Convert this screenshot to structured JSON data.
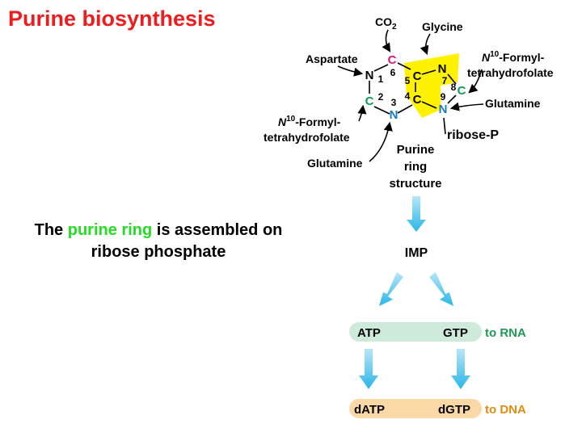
{
  "title": "Purine biosynthesis",
  "caption": {
    "pre": "The ",
    "highlight": "purine ring",
    "post": " is assembled on",
    "line2": "ribose phosphate"
  },
  "ring_label": [
    "Purine",
    "ring",
    "structure"
  ],
  "sources": {
    "co2": "CO",
    "co2_sub": "2",
    "glycine": "Glycine",
    "aspartate": "Aspartate",
    "formyl_prefix": "N",
    "formyl_sup": "10",
    "formyl_suffix": "-Formyl-",
    "formyl_line2": "tetrahydrofolate",
    "glutamine": "Glutamine",
    "ribose": "ribose-P"
  },
  "atoms": {
    "C6": "C",
    "N1": "N",
    "C2": "C",
    "N3": "N",
    "C4": "C",
    "C5": "C",
    "N7": "N",
    "C8": "C",
    "N9": "N"
  },
  "numbers": [
    "1",
    "2",
    "3",
    "4",
    "5",
    "6",
    "7",
    "8",
    "9"
  ],
  "flow": {
    "imp": "IMP",
    "atp": "ATP",
    "gtp": "GTP",
    "to_rna": "to RNA",
    "datp": "dATP",
    "dgtp": "dGTP",
    "to_dna": "to DNA"
  },
  "colors": {
    "title": "#ee1c1c",
    "highlight": "#22dd22",
    "carbon_magenta": "#d6157a",
    "carbon_green": "#0f9a58",
    "nitrogen_blue": "#1a7cc0",
    "ring_highlight": "#fff200",
    "arrow_cyan": "#29b6e8",
    "rna_band": "#cdeadb",
    "rna_text": "#1d9a55",
    "dna_band": "#fbd9a7",
    "dna_text": "#e38b10"
  }
}
